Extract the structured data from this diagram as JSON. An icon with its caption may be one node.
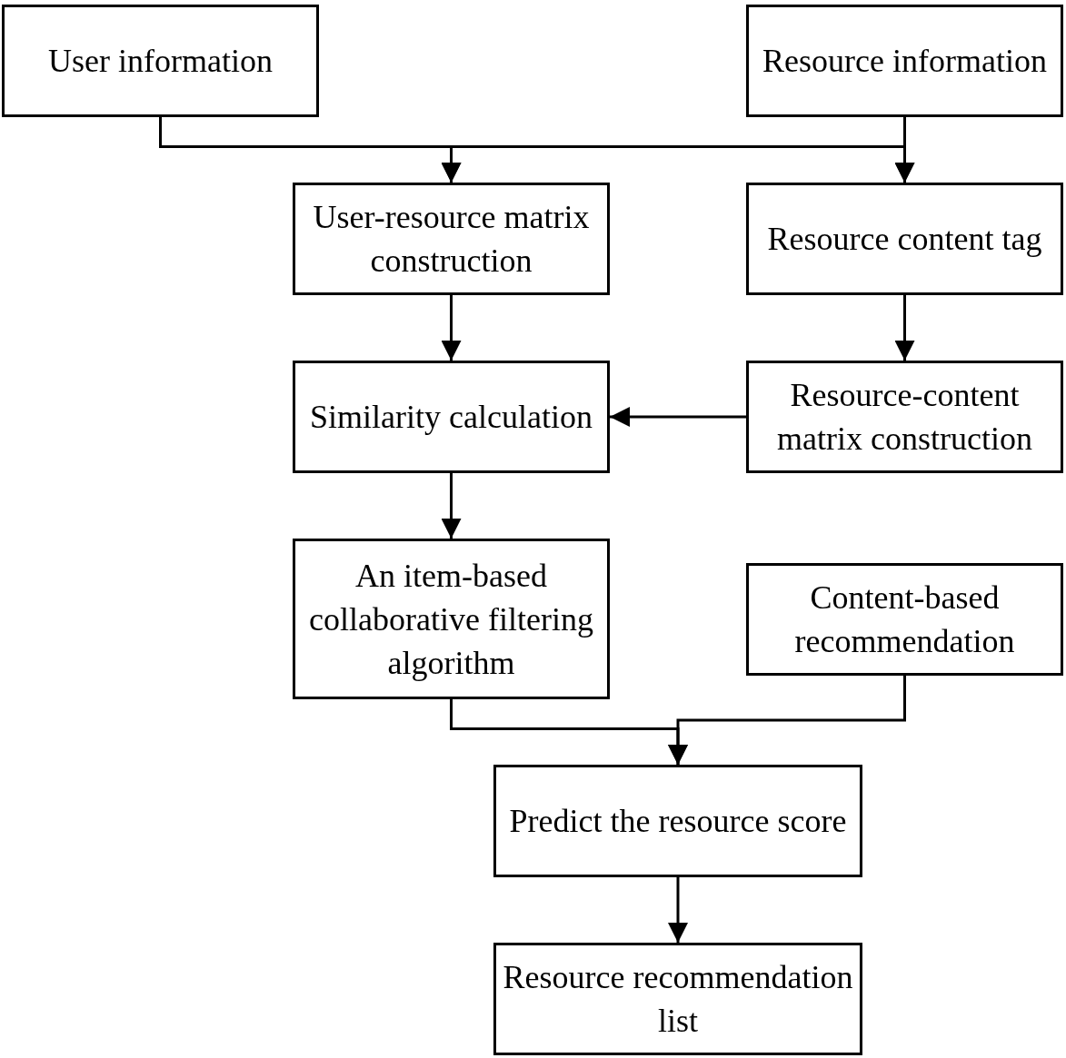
{
  "diagram": {
    "nodes": [
      {
        "text": [
          "User information"
        ]
      },
      {
        "text": [
          "Resource information"
        ]
      },
      {
        "text": [
          "User-resource matrix construction"
        ]
      },
      {
        "text": [
          "Resource content tag"
        ]
      },
      {
        "text": [
          "Similarity calculation"
        ]
      },
      {
        "text": [
          "Resource-content matrix construction"
        ]
      },
      {
        "text": [
          "An item-based collaborative filtering algorithm"
        ]
      },
      {
        "text": [
          "Content-based recommendation"
        ]
      },
      {
        "text": [
          "Predict the resource score"
        ]
      },
      {
        "text": [
          "Resource recommendation list"
        ]
      }
    ],
    "edges": [
      {
        "from": 0,
        "to": 2,
        "arrow": "to"
      },
      {
        "from": 0,
        "to": 3,
        "arrow": "to"
      },
      {
        "from": 1,
        "to": 2,
        "arrow": "to"
      },
      {
        "from": 1,
        "to": 3,
        "arrow": "to"
      },
      {
        "from": 2,
        "to": 4,
        "arrow": "to"
      },
      {
        "from": 3,
        "to": 5,
        "arrow": "to"
      },
      {
        "from": 5,
        "to": 4,
        "arrow": "to"
      },
      {
        "from": 4,
        "to": 6,
        "arrow": "to"
      },
      {
        "from": 6,
        "to": 8,
        "arrow": "to"
      },
      {
        "from": 7,
        "to": 8,
        "arrow": "to"
      },
      {
        "from": 8,
        "to": 9,
        "arrow": "to"
      }
    ]
  }
}
